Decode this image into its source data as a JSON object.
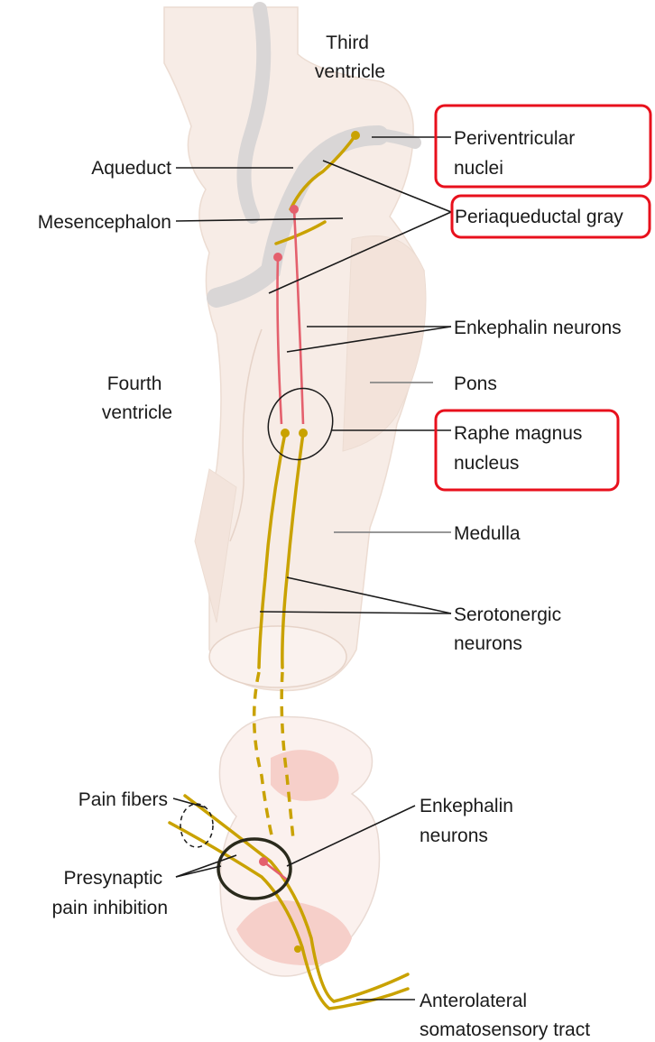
{
  "labels": {
    "third_ventricle": [
      "Third",
      "ventricle"
    ],
    "periventricular_nuclei": [
      "Periventricular",
      "nuclei"
    ],
    "aqueduct": "Aqueduct",
    "mesencephalon": "Mesencephalon",
    "periaqueductal_gray": "Periaqueductal gray",
    "enkephalin_neurons_top": "Enkephalin neurons",
    "fourth_ventricle": [
      "Fourth",
      "ventricle"
    ],
    "pons": "Pons",
    "raphe_magnus_nucleus": [
      "Raphe magnus",
      "nucleus"
    ],
    "medulla": "Medulla",
    "serotonergic_neurons": [
      "Serotonergic",
      "neurons"
    ],
    "pain_fibers": "Pain fibers",
    "enkephalin_neurons_bottom": [
      "Enkephalin",
      "neurons"
    ],
    "presynaptic_pain_inhibition": [
      "Presynaptic",
      "pain inhibition"
    ],
    "anterolateral_tract": [
      "Anterolateral",
      "somatosensory tract"
    ]
  },
  "highlights": [
    "Periventricular nuclei",
    "Periaqueductal gray",
    "Raphe magnus nucleus"
  ],
  "colors": {
    "highlight_box": "#e8101c",
    "serotonergic": "#c9a200",
    "enkephalin": "#e4606d",
    "tissue": "#f7ece6",
    "gray_matter": "#d9d6d6",
    "circle_mark": "#2a2a1c"
  }
}
